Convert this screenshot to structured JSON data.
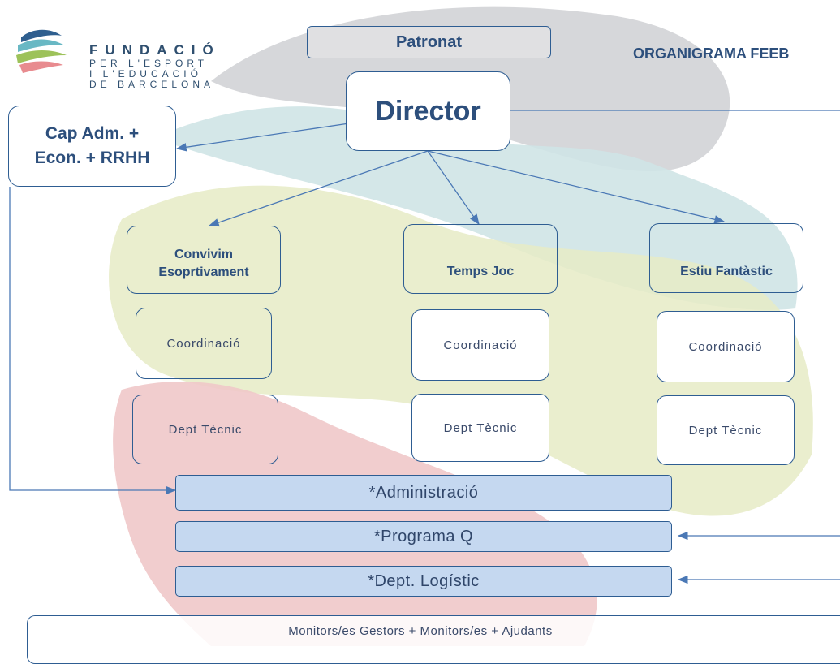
{
  "logo": {
    "line1": "FUNDACIÓ",
    "line2": "PER L'ESPORT",
    "line3": "I L'EDUCACIÓ",
    "line4": "DE BARCELONA"
  },
  "title": "ORGANIGRAMA FEEB",
  "nodes": {
    "patronat": "Patronat",
    "director": "Director",
    "cap_line1": "Cap Adm. +",
    "cap_line2": "Econ. + RRHH",
    "convivim_line1": "Convivim",
    "convivim_line2": "Esoprtivament",
    "tempsjoc": "Temps Joc",
    "estiu": "Estiu Fantàstic",
    "coord_1": "Coordinació",
    "coord_2": "Coordinació",
    "coord_3": "Coordinació",
    "dept_1": "Dept Tècnic",
    "dept_2": "Dept Tècnic",
    "dept_3": "Dept Tècnic"
  },
  "bars": {
    "administracio": "*Administració",
    "programa_q": "*Programa Q",
    "logistic": "*Dept. Logístic"
  },
  "footer": "Monitors/es Gestors + Monitors/es + Ajudants"
}
